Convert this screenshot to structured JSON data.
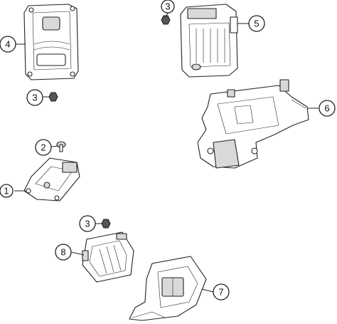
{
  "callouts": [
    {
      "id": "c1",
      "label": "1"
    },
    {
      "id": "c2",
      "label": "2"
    },
    {
      "id": "c3a",
      "label": "3"
    },
    {
      "id": "c3b",
      "label": "3"
    },
    {
      "id": "c3c",
      "label": "3"
    },
    {
      "id": "c4",
      "label": "4"
    },
    {
      "id": "c5",
      "label": "5"
    },
    {
      "id": "c6",
      "label": "6"
    },
    {
      "id": "c7",
      "label": "7"
    },
    {
      "id": "c8",
      "label": "8"
    }
  ]
}
